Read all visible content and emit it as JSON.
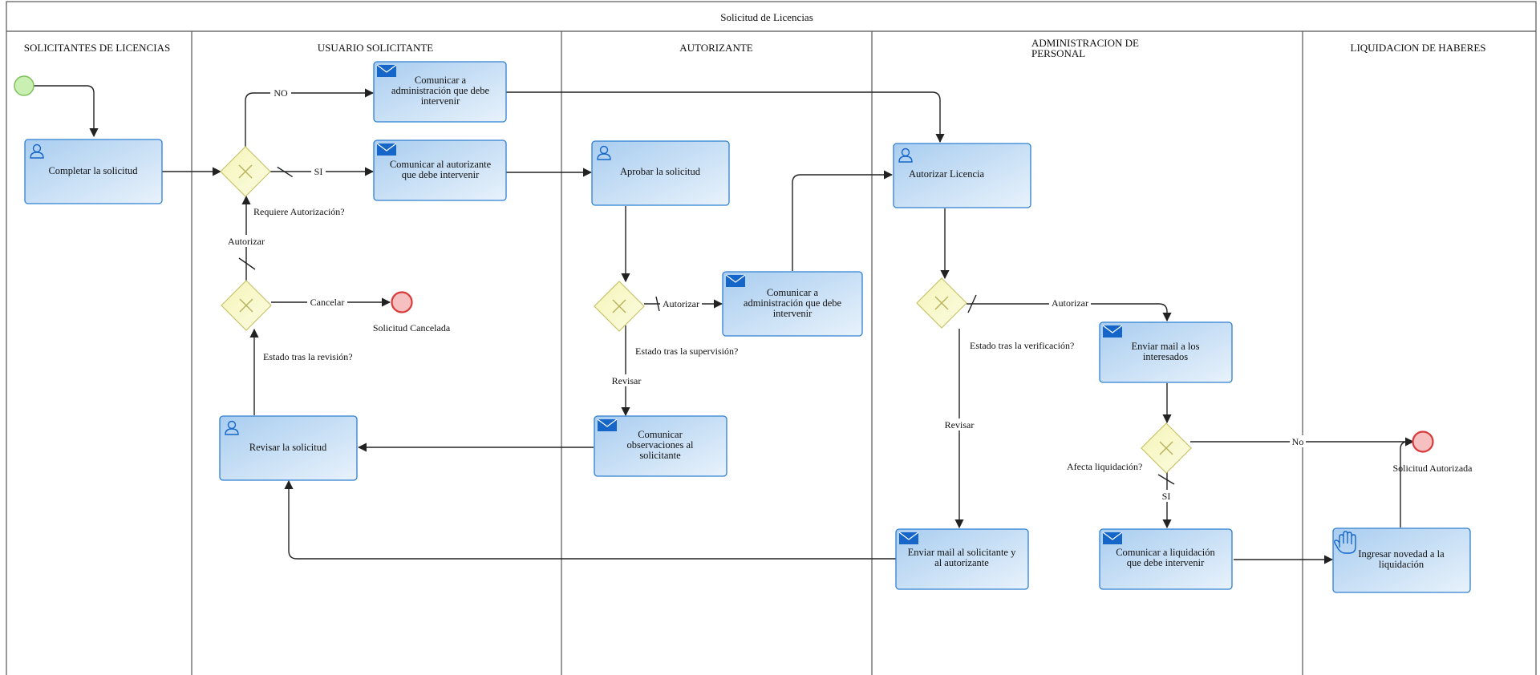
{
  "pool": {
    "title": "Solicitud de Licencias"
  },
  "lanes": [
    {
      "id": "solicitantes",
      "title": "SOLICITANTES DE LICENCIAS"
    },
    {
      "id": "usuario",
      "title": "USUARIO SOLICITANTE"
    },
    {
      "id": "autorizante",
      "title": "AUTORIZANTE"
    },
    {
      "id": "admin",
      "title_line1": "ADMINISTRACION DE",
      "title_line2": "PERSONAL"
    },
    {
      "id": "liquidacion",
      "title": "LIQUIDACION DE HABERES"
    }
  ],
  "tasks": {
    "completar": {
      "lines": [
        "Completar la solicitud"
      ],
      "icon": "user-icon"
    },
    "comunicar_admin_1": {
      "lines": [
        "Comunicar a",
        "administración que debe",
        "intervenir"
      ],
      "icon": "envelope-icon"
    },
    "comunicar_autorizante": {
      "lines": [
        "Comunicar al autorizante",
        "que debe intervenir"
      ],
      "icon": "envelope-icon"
    },
    "revisar": {
      "lines": [
        "Revisar la solicitud"
      ],
      "icon": "user-icon"
    },
    "aprobar": {
      "lines": [
        "Aprobar la solicitud"
      ],
      "icon": "user-icon"
    },
    "comunicar_admin_2": {
      "lines": [
        "Comunicar a",
        "administración que debe",
        "intervenir"
      ],
      "icon": "envelope-icon"
    },
    "comunicar_obs": {
      "lines": [
        "Comunicar",
        "observaciones al",
        "solicitante"
      ],
      "icon": "envelope-icon"
    },
    "autorizar_licencia": {
      "lines": [
        "Autorizar Licencia"
      ],
      "icon": "user-icon"
    },
    "enviar_mail_interesados": {
      "lines": [
        "Enviar mail a los",
        "interesados"
      ],
      "icon": "envelope-icon"
    },
    "enviar_mail_solicitante": {
      "lines": [
        "Enviar mail al solicitante y",
        "al autorizante"
      ],
      "icon": "envelope-icon"
    },
    "comunicar_liquidacion": {
      "lines": [
        "Comunicar a liquidación",
        "que debe intervenir"
      ],
      "icon": "envelope-icon"
    },
    "ingresar_novedad": {
      "lines": [
        "Ingresar novedad a la",
        "liquidación"
      ],
      "icon": "hand-icon"
    }
  },
  "gateways": {
    "requiere": "Requiere Autorización?",
    "estado_revision": "Estado tras la revisión?",
    "estado_supervision": "Estado tras la supervisión?",
    "estado_verificacion": "Estado tras la verificación?",
    "afecta": "Afecta liquidación?"
  },
  "events": {
    "cancelada": "Solicitud Cancelada",
    "autorizada": "Solicitud Autorizada"
  },
  "flow_labels": {
    "no_top": "NO",
    "si_comunicar": "SI",
    "autorizar_up": "Autorizar",
    "cancelar": "Cancelar",
    "autorizar_sup": "Autorizar",
    "revisar_sup": "Revisar",
    "autorizar_ver": "Autorizar",
    "revisar_ver": "Revisar",
    "no_liq": "No",
    "si_liq": "SI"
  }
}
